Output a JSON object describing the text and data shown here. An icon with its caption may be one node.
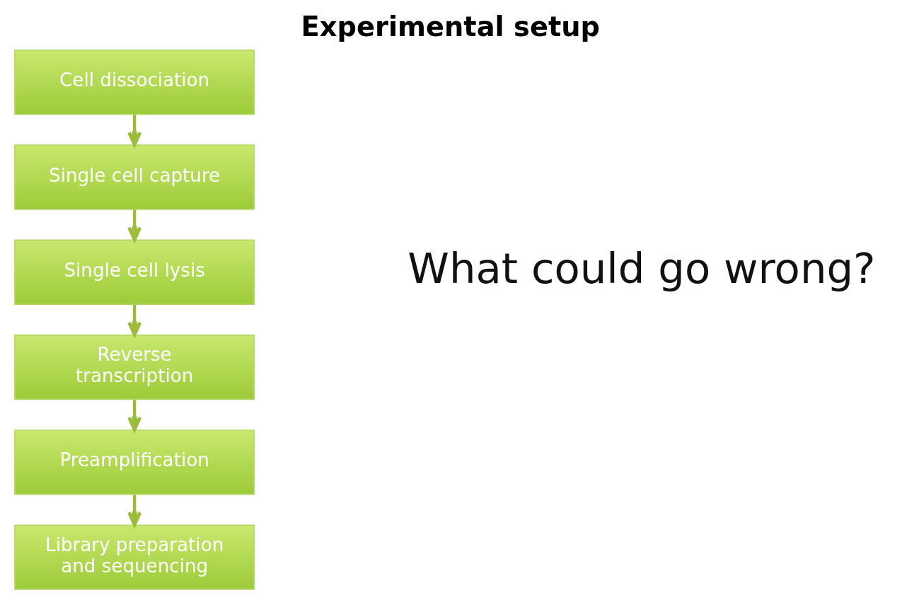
{
  "diagram": {
    "title": "Experimental setup",
    "nodes": [
      {
        "text": [
          "Cell dissociation"
        ]
      },
      {
        "text": [
          "Single cell capture"
        ]
      },
      {
        "text": [
          "Single cell lysis"
        ]
      },
      {
        "text": [
          "Reverse transcription"
        ]
      },
      {
        "text": [
          "Preamplification"
        ]
      },
      {
        "text": [
          "Library preparation and sequencing"
        ]
      }
    ],
    "edges": [
      {
        "from": 0,
        "to": 1,
        "arrow": "to"
      },
      {
        "from": 1,
        "to": 2,
        "arrow": "to"
      },
      {
        "from": 2,
        "to": 3,
        "arrow": "to"
      },
      {
        "from": 3,
        "to": 4,
        "arrow": "to"
      },
      {
        "from": 4,
        "to": 5,
        "arrow": "to"
      }
    ],
    "labels": [
      "What could go wrong?"
    ]
  }
}
